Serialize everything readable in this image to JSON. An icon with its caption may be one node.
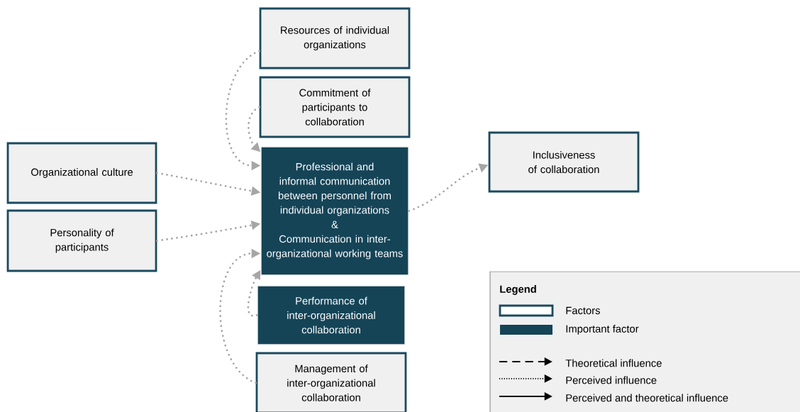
{
  "diagram": {
    "nodes": [
      {
        "text": [
          "Resources of individual organizations"
        ]
      },
      {
        "text": [
          "Commitment of participants to collaboration"
        ]
      },
      {
        "text": [
          "Organizational culture"
        ]
      },
      {
        "text": [
          "Professional and informal communication between personnel from individual organizations",
          "&",
          "Communication in inter-organizational working teams"
        ]
      },
      {
        "text": [
          "Inclusiveness of collaboration"
        ]
      },
      {
        "text": [
          "Personality of participants"
        ]
      },
      {
        "text": [
          "Performance of inter-organizational collaboration"
        ]
      },
      {
        "text": [
          "Management of inter-organizational collaboration"
        ]
      }
    ],
    "edges": [
      {
        "from": 0,
        "to": 3,
        "arrow": "to"
      },
      {
        "from": 1,
        "to": 3,
        "arrow": "to"
      },
      {
        "from": 2,
        "to": 3,
        "arrow": "to"
      },
      {
        "from": 5,
        "to": 3,
        "arrow": "to"
      },
      {
        "from": 6,
        "to": 3,
        "arrow": "to"
      },
      {
        "from": 7,
        "to": 3,
        "arrow": "to"
      },
      {
        "from": 3,
        "to": 4,
        "arrow": "to"
      }
    ],
    "labels": [
      "Legend"
    ],
    "legend": [
      {
        "text": "Factors"
      },
      {
        "text": "Important factor",
        "color": "#154457"
      },
      {
        "text": "Theoretical influence"
      },
      {
        "text": "Perceived influence"
      },
      {
        "text": "Perceived and theoretical influence"
      }
    ]
  }
}
